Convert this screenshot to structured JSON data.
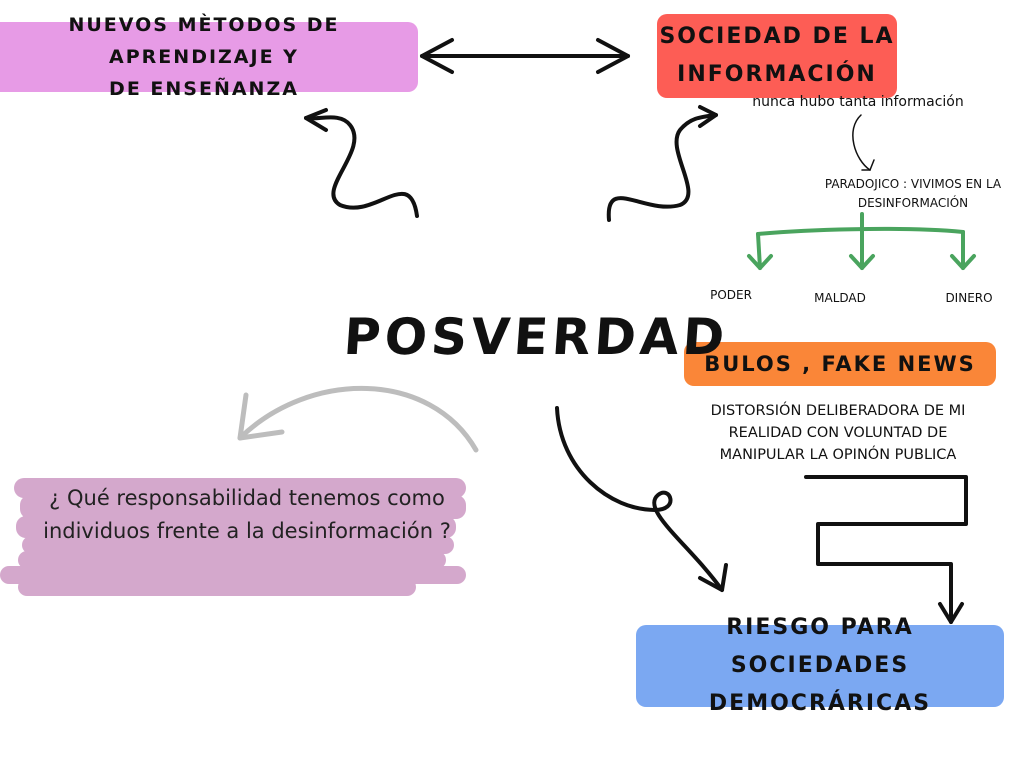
{
  "nodes": {
    "metodos": "NUEVOS MÈTODOS DE APRENDIZAJE Y\nDE ENSEÑANZA",
    "sociedad": "SOCIEDAD DE LA\nINFORMACIÓN",
    "posverdad": "POSVERDAD",
    "bulos": "BULOS ,  FAKE NEWS",
    "riesgo": "RIESGO  PARA SOCIEDADES\nDEMOCRÁRICAS"
  },
  "notes": {
    "nunca": "nunca hubo tanta información",
    "paradojico": "PARADOJICO : VIVIMOS EN LA\nDESINFORMACIÓN",
    "poder": "PODER",
    "maldad": "MALDAD",
    "dinero": "DINERO",
    "distorsion": "DISTORSIÓN DELIBERADORA DE MI\nREALIDAD CON VOLUNTAD DE\nMANIPULAR LA OPINÓN PUBLICA",
    "question": "¿ Qué responsabilidad tenemos como\nindividuos frente a la desinformación ?"
  },
  "colors": {
    "metodos": "#e79be6",
    "sociedad": "#fd5d55",
    "bulos": "#fa8638",
    "riesgo": "#7ba8f2",
    "question_highlight": "#d4a8cc",
    "branch_arrows": "#4aa45e"
  }
}
